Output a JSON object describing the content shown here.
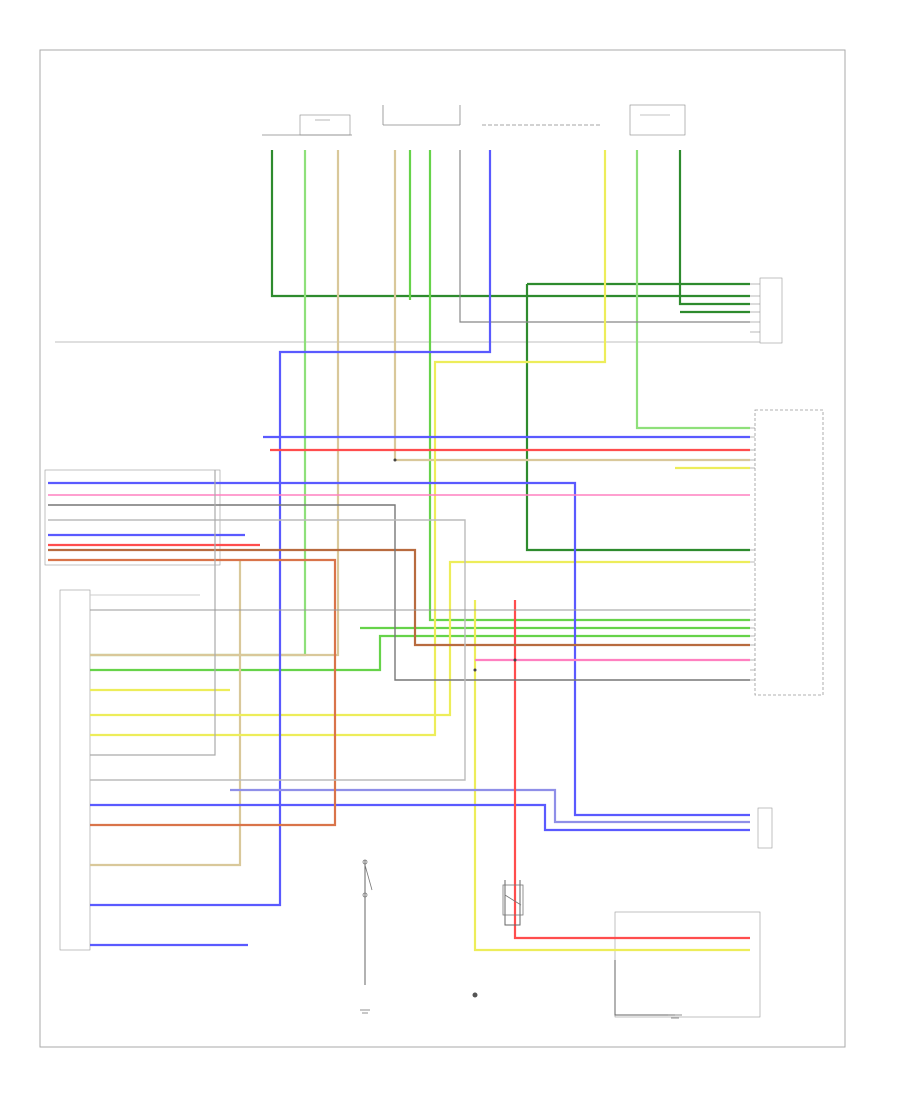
{
  "diagram": {
    "frame_label": "",
    "wires": [
      {
        "name": "dark-green",
        "color": "#2e8b2e"
      },
      {
        "name": "light-green",
        "color": "#8ee07a"
      },
      {
        "name": "green",
        "color": "#66d34a"
      },
      {
        "name": "yellow",
        "color": "#eded5a"
      },
      {
        "name": "tan",
        "color": "#d9c89a"
      },
      {
        "name": "blue",
        "color": "#5a5aff"
      },
      {
        "name": "violet",
        "color": "#8f8fe8"
      },
      {
        "name": "red",
        "color": "#ff4d4d"
      },
      {
        "name": "pink",
        "color": "#ff80c0"
      },
      {
        "name": "brown",
        "color": "#b86b3f"
      },
      {
        "name": "gray",
        "color": "#9a9a9a"
      },
      {
        "name": "black",
        "color": "#555555"
      }
    ]
  }
}
